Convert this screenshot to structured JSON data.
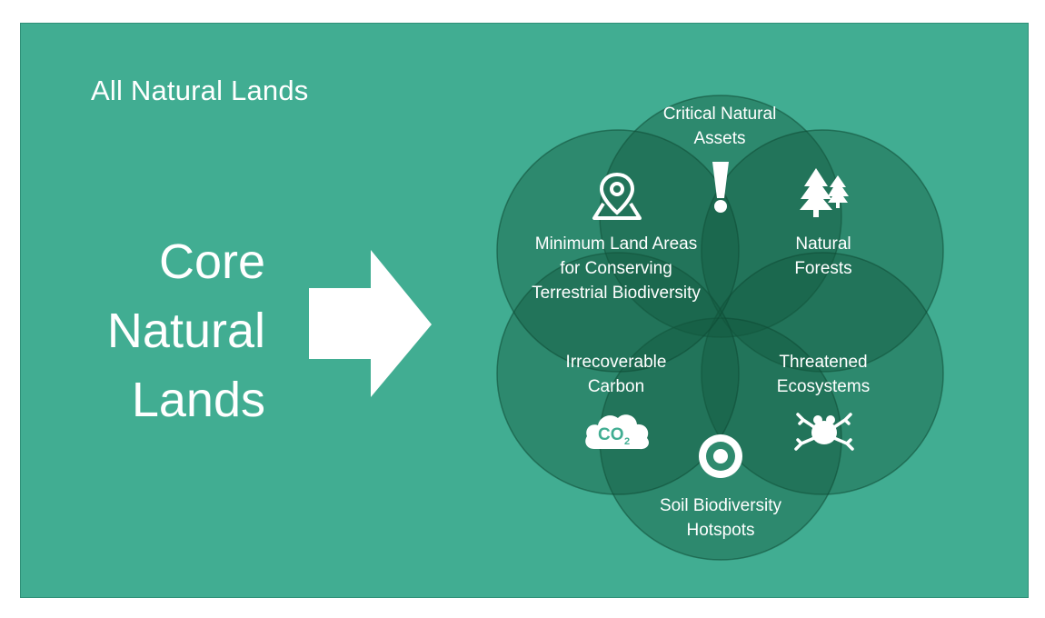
{
  "header": {
    "title": "All Natural Lands"
  },
  "core": {
    "lines": [
      "Core",
      "Natural",
      "Lands"
    ]
  },
  "venn": {
    "circles": [
      {
        "label_lines": [
          "Critical Natural",
          "Assets"
        ],
        "icon": "exclamation-icon"
      },
      {
        "label_lines": [
          "Natural",
          "Forests"
        ],
        "icon": "trees-icon"
      },
      {
        "label_lines": [
          "Threatened",
          "Ecosystems"
        ],
        "icon": "frog-icon"
      },
      {
        "label_lines": [
          "Soil Biodiversity",
          "Hotspots"
        ],
        "icon": "target-icon"
      },
      {
        "label_lines": [
          "Irrecoverable",
          "Carbon"
        ],
        "icon": "co2-cloud-icon"
      },
      {
        "label_lines": [
          "Minimum Land Areas",
          "for Conserving",
          "Terrestrial Biodiversity"
        ],
        "icon": "map-pin-icon"
      }
    ],
    "co2_icon_text": "CO",
    "co2_icon_sub": "2"
  },
  "colors": {
    "background": "#41ad92",
    "circle_fill": "#13573e",
    "circle_stroke": "#0f4a35",
    "text": "#ffffff"
  }
}
